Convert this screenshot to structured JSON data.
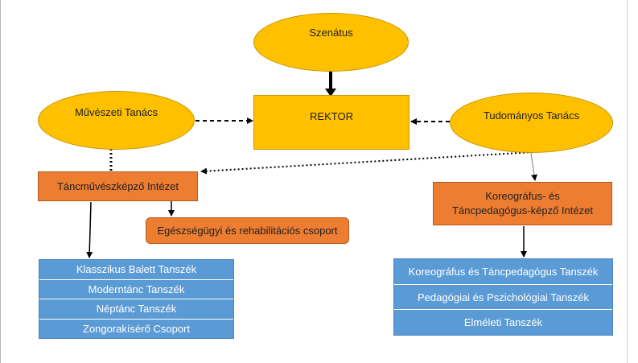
{
  "nodes": {
    "szenatus": "Szenátus",
    "rektor": "REKTOR",
    "muveszeti_tanacs": "Művészeti Tanács",
    "tudomanyos_tanacs": "Tudományos Tanács",
    "tancmuveszkepzo_intezet": "Táncművészképző Intézet",
    "egeszsegugyi_csoport": "Egészségügyi és rehabilitációs csoport",
    "koreografus_intezet": "Koreográfus- és Táncpedagógus-képző Intézet"
  },
  "left_departments": [
    "Klasszikus Balett Tanszék",
    "Moderntánc Tanszék",
    "Néptánc Tanszék",
    "Zongorakísérő Csoport"
  ],
  "right_departments": [
    "Koreográfus és Táncpedagógus Tanszék",
    "Pedagógiai és Pszichológiai Tanszék",
    "Elméleti Tanszék"
  ],
  "colors": {
    "ellipse_fill": "#ffc000",
    "rektor_fill": "#ffc000",
    "institute_fill": "#ed7d31",
    "department_fill": "#5b9bd5",
    "connector": "#000000"
  }
}
